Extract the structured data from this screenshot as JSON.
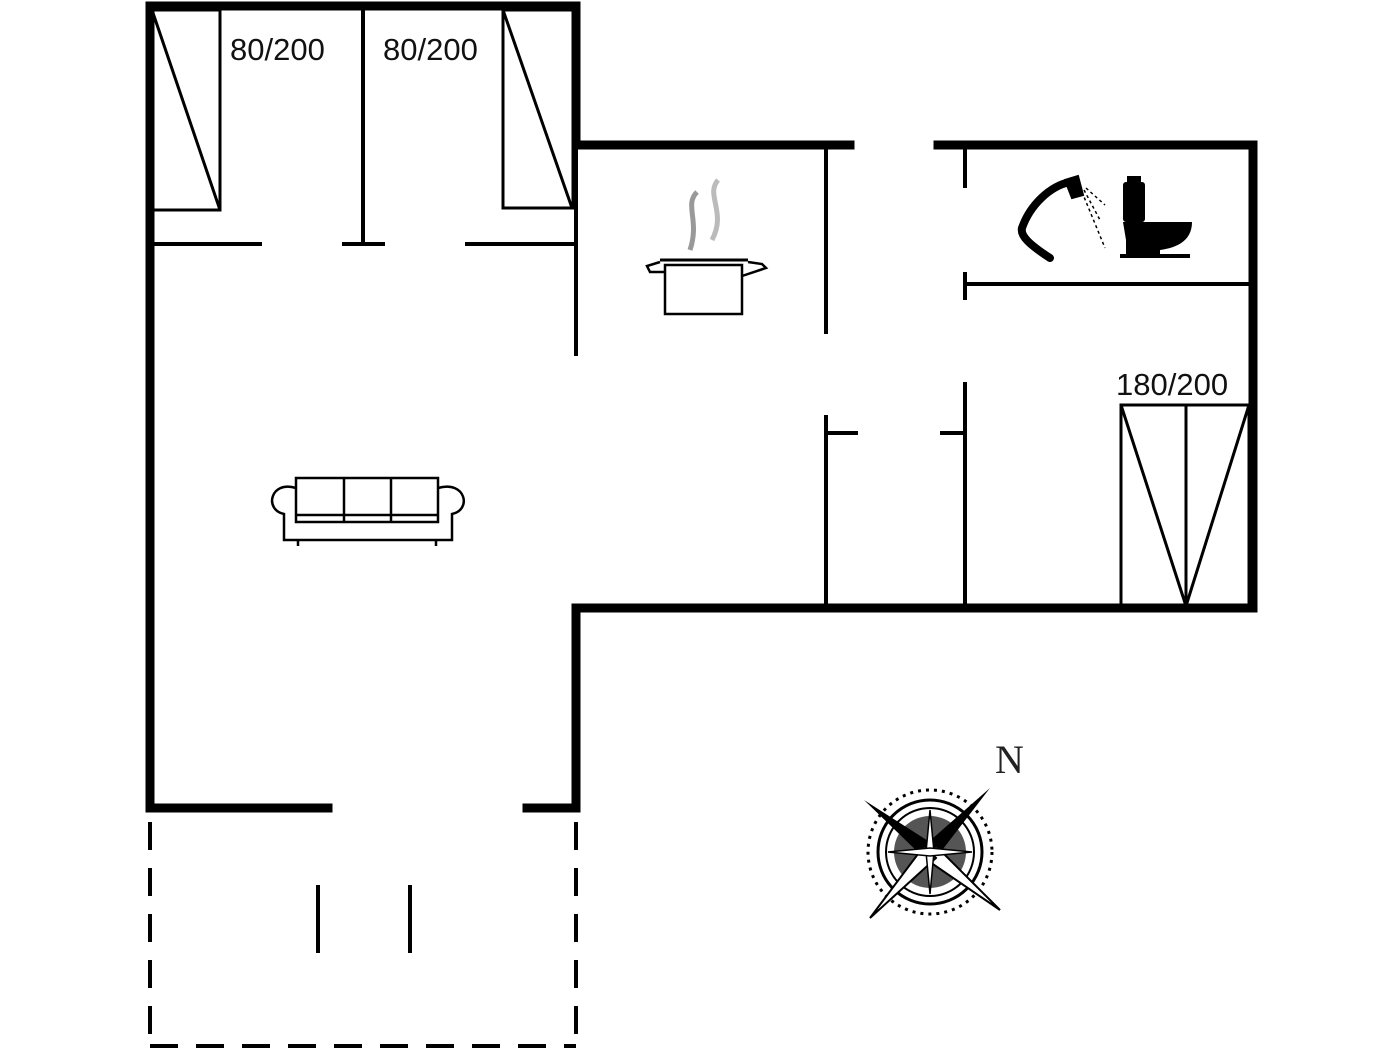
{
  "plan": {
    "bed_labels": [
      "80/200",
      "80/200",
      "180/200"
    ],
    "compass_label": "N",
    "icons": [
      "sofa-icon",
      "cooking-pot-icon",
      "shower-icon",
      "toilet-icon",
      "compass-rose-icon"
    ]
  }
}
